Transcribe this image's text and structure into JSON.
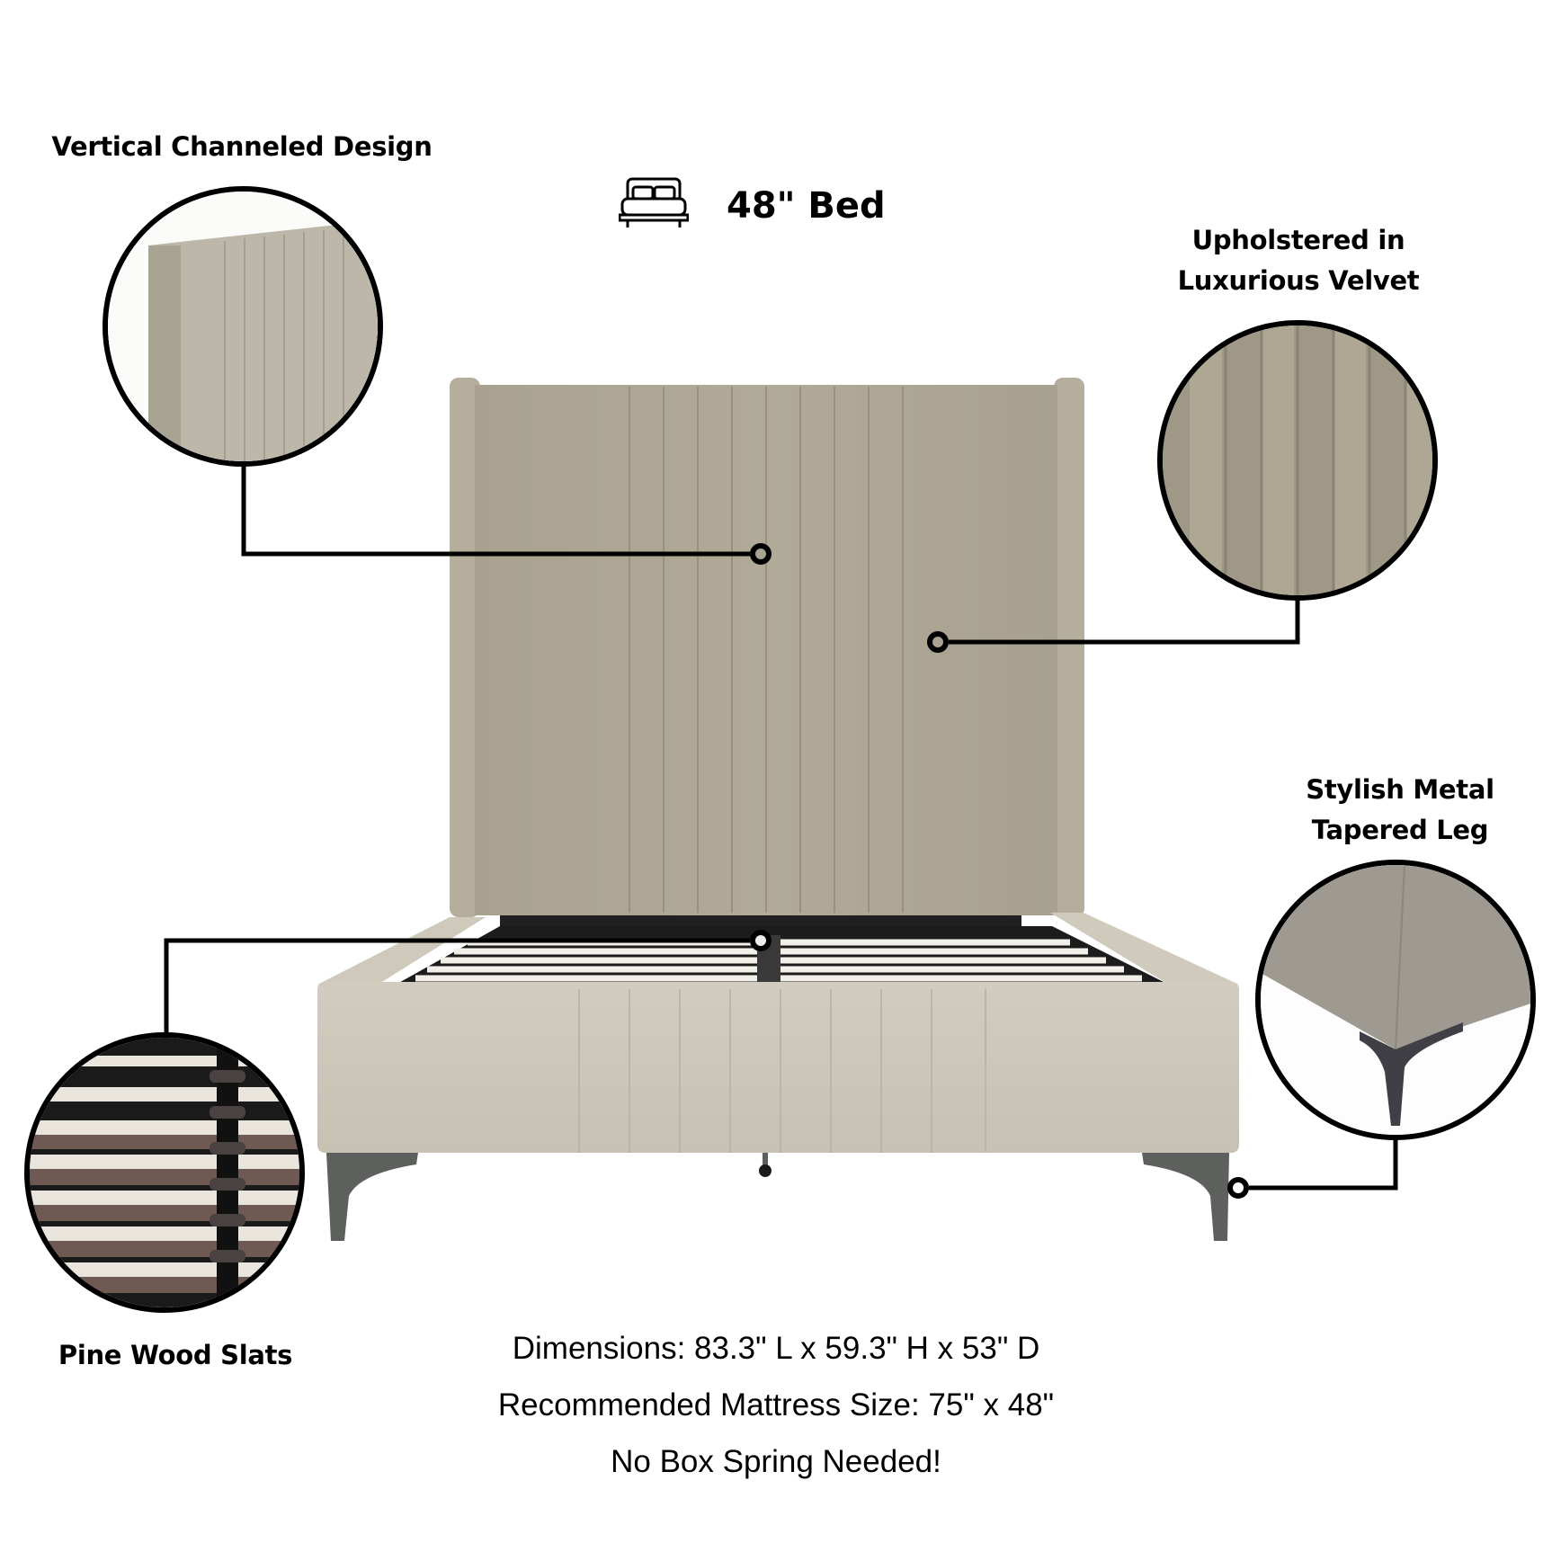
{
  "header": {
    "bed_icon": "bed-icon",
    "title": "48\" Bed"
  },
  "callouts": [
    {
      "id": "channeled",
      "label_lines": [
        "Vertical Channeled Design"
      ]
    },
    {
      "id": "velvet",
      "label_lines": [
        "Upholstered in",
        "Luxurious Velvet"
      ]
    },
    {
      "id": "leg",
      "label_lines": [
        "Stylish Metal",
        "Tapered Leg"
      ]
    },
    {
      "id": "slats",
      "label_lines": [
        "Pine Wood Slats"
      ]
    }
  ],
  "specs": {
    "dimensions": "Dimensions: 83.3\" L x 59.3\" H x 53\" D",
    "mattress": "Recommended Mattress Size: 75\" x 48\"",
    "box_spring": "No Box Spring Needed!"
  },
  "colors": {
    "velvet": "#aea795",
    "velvet_light": "#cbc5b8",
    "metal": "#5d605c",
    "line": "#000000",
    "background": "#ffffff"
  }
}
